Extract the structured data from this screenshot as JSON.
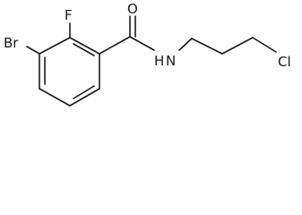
{
  "molecule": {
    "atoms": {
      "bromine": "Br",
      "fluorine": "F",
      "oxygen": "O",
      "nitrogen_h": "H",
      "nitrogen": "N",
      "chlorine": "Cl"
    },
    "colors": {
      "bond": "#1a1a1a",
      "label": "#1a1a1a",
      "background": "#ffffff"
    }
  }
}
